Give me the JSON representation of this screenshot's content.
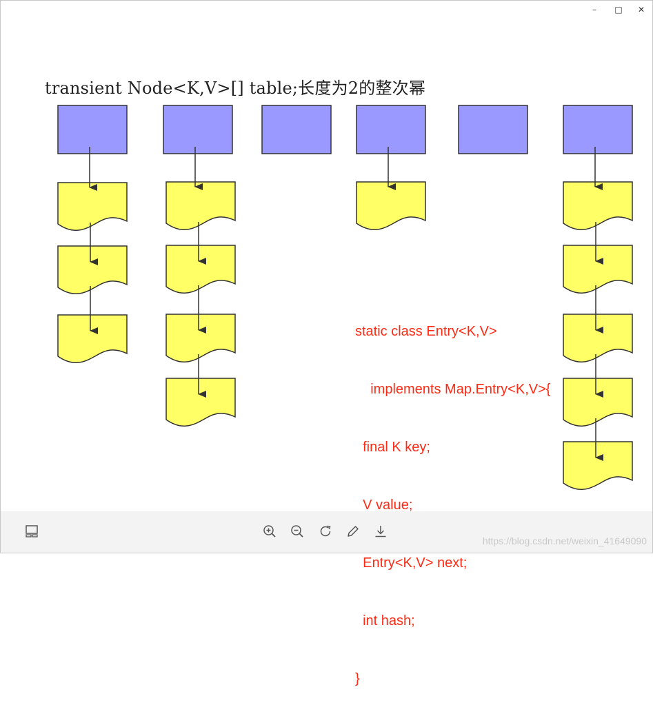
{
  "caption": "transient Node<K,V>[] table;长度为2的整次幂",
  "code_lines": [
    "static class Entry<K,V>",
    "    implements Map.Entry<K,V>{",
    "  final K key;",
    "  V value;",
    "  Entry<K,V> next;",
    "  int hash;",
    "}"
  ],
  "colors": {
    "bucket_fill": "#9999ff",
    "node_fill": "#ffff66",
    "outline": "#333333",
    "code_text": "#ff2a14"
  },
  "window_controls": {
    "minimize": "–",
    "maximize": "□",
    "close": "✕"
  },
  "toolbar": {
    "icons": [
      "thumbnail-icon",
      "zoom-in-icon",
      "zoom-out-icon",
      "rotate-icon",
      "edit-icon",
      "download-icon"
    ]
  },
  "watermark": "https://blog.csdn.net/weixin_41649090"
}
